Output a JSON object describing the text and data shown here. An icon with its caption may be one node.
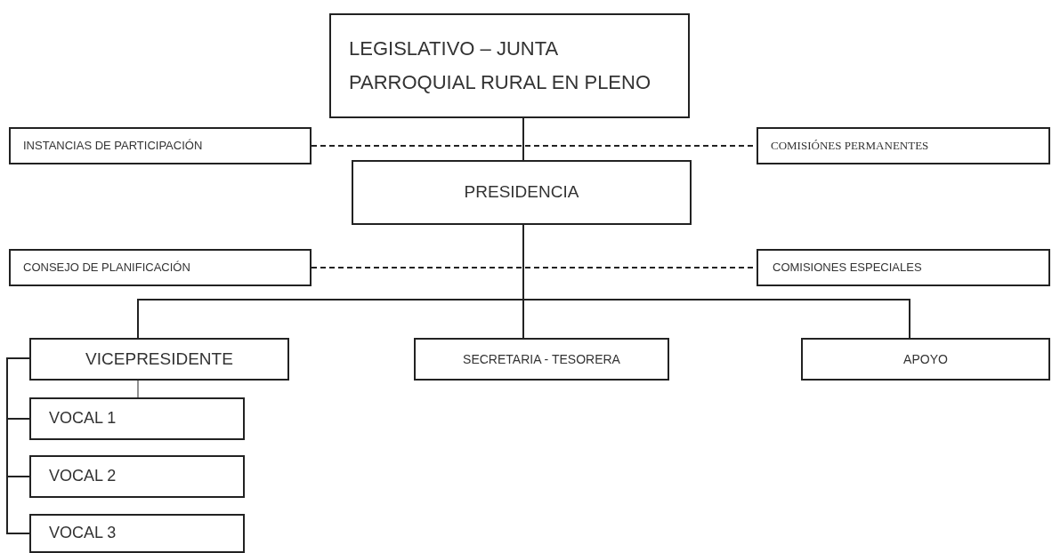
{
  "diagram": {
    "nodes": [
      {
        "text": [
          "LEGISLATIVO – JUNTA PARROQUIAL RURAL  EN PLENO"
        ]
      },
      {
        "text": [
          "INSTANCIAS DE PARTICIPACIÓN"
        ]
      },
      {
        "text": [
          "COMISIÓNES PERMANENTES"
        ]
      },
      {
        "text": [
          "PRESIDENCIA"
        ]
      },
      {
        "text": [
          "CONSEJO DE PLANIFICACIÓN"
        ]
      },
      {
        "text": [
          "COMISIONES ESPECIALES"
        ]
      },
      {
        "text": [
          "VICEPRESIDENTE"
        ]
      },
      {
        "text": [
          "SECRETARIA -  TESORERA"
        ]
      },
      {
        "text": [
          "APOYO"
        ]
      },
      {
        "text": [
          "VOCAL 1"
        ]
      },
      {
        "text": [
          "VOCAL 2"
        ]
      },
      {
        "text": [
          "VOCAL 3"
        ]
      }
    ],
    "edges": [
      {
        "from": 0,
        "to": 3,
        "arrow": "none"
      },
      {
        "from": 1,
        "to": 2,
        "arrow": "none",
        "style": "dashed"
      },
      {
        "from": 4,
        "to": 5,
        "arrow": "none",
        "style": "dashed"
      },
      {
        "from": 3,
        "to": 6,
        "arrow": "none"
      },
      {
        "from": 3,
        "to": 7,
        "arrow": "none"
      },
      {
        "from": 3,
        "to": 8,
        "arrow": "none"
      },
      {
        "from": 6,
        "to": 9,
        "arrow": "none"
      },
      {
        "from": 6,
        "to": 9,
        "arrow": "none"
      },
      {
        "from": 6,
        "to": 10,
        "arrow": "none"
      },
      {
        "from": 6,
        "to": 11,
        "arrow": "none"
      }
    ]
  }
}
